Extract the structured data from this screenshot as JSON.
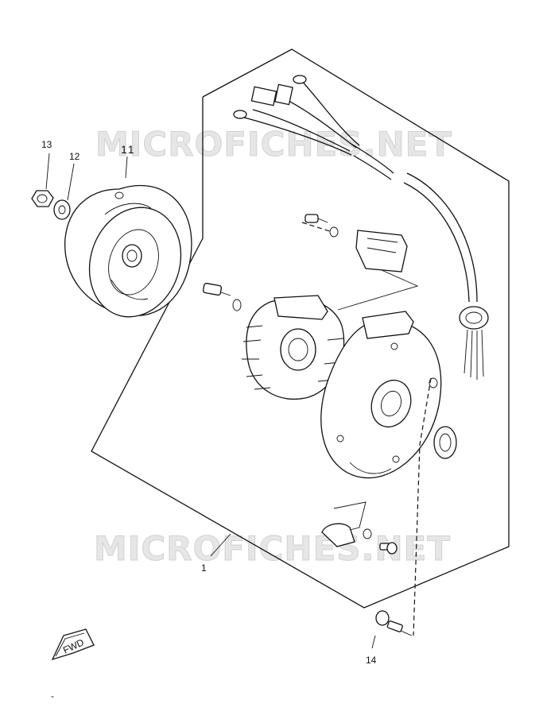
{
  "watermark": {
    "text_top": "MICROFICHES.NET",
    "text_bottom": "MICROFICHES.NET"
  },
  "callouts": {
    "part_13": "13",
    "part_12": "12",
    "part_11": "11",
    "part_1": "1",
    "part_14": "14"
  },
  "fwd_badge": {
    "label": "FWD"
  },
  "footer_mark": "-"
}
